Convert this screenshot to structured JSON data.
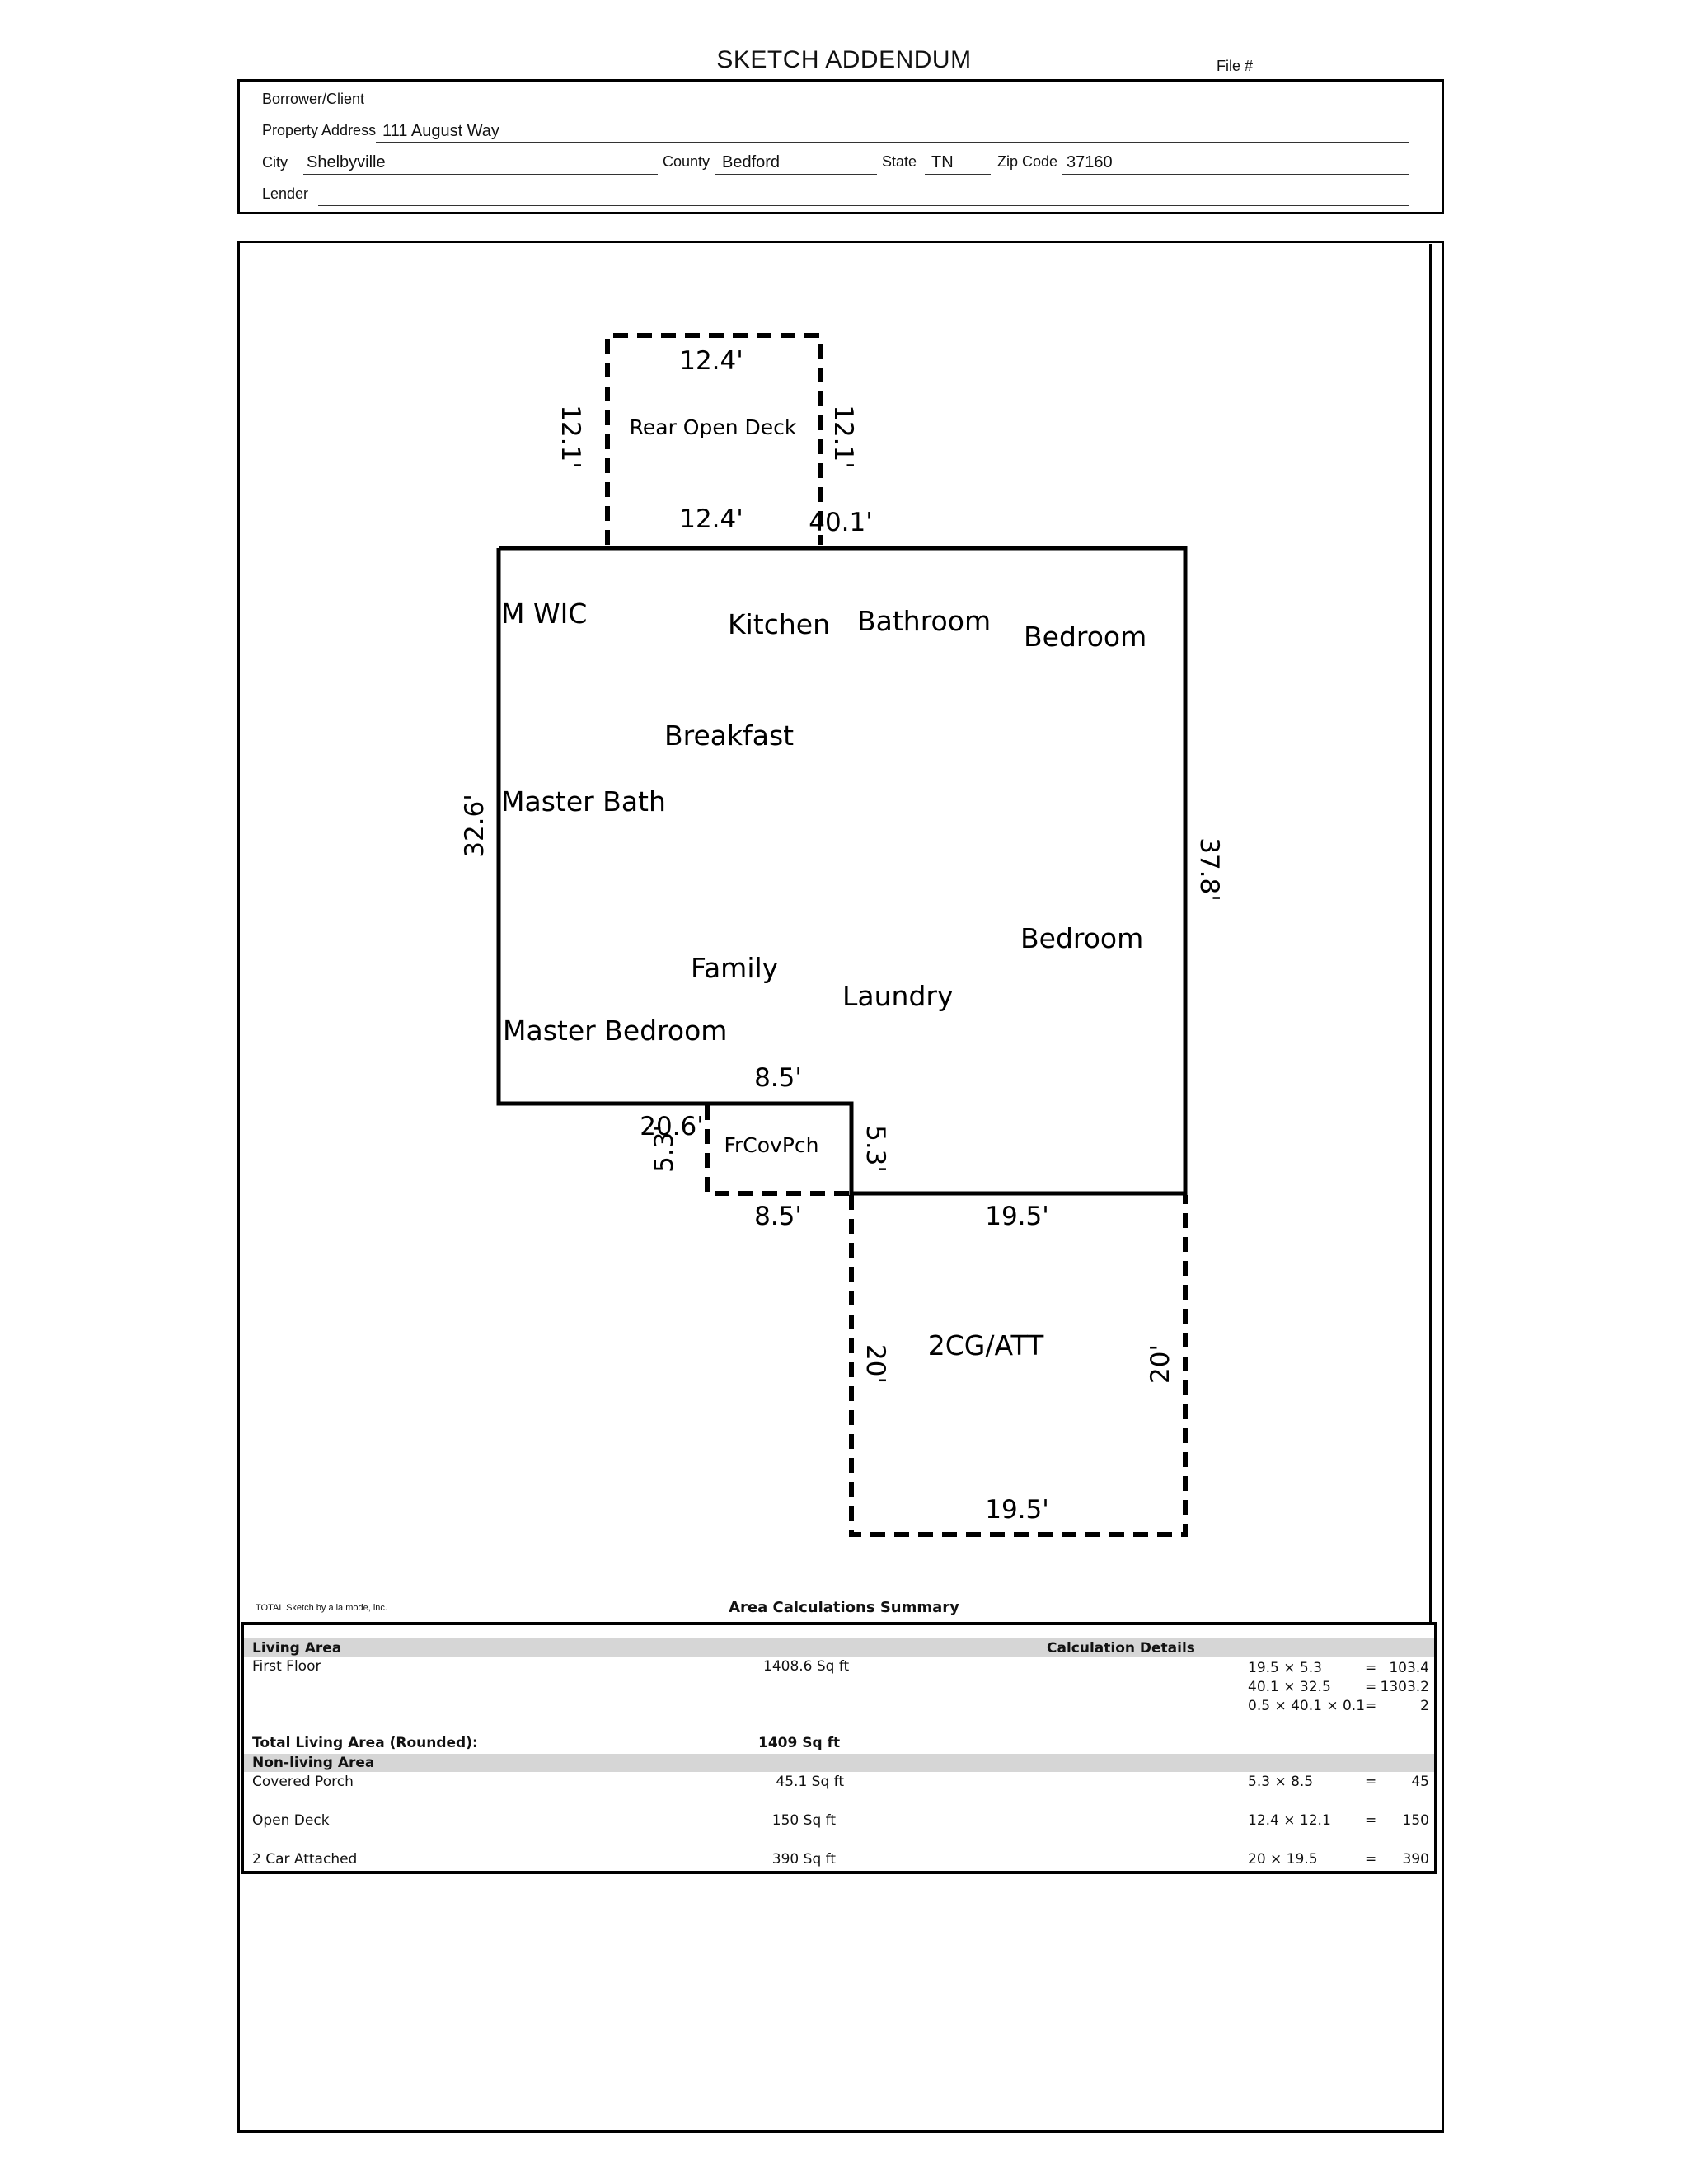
{
  "header": {
    "title": "SKETCH ADDENDUM",
    "file_label": "File #",
    "borrower_label": "Borrower/Client",
    "borrower_value": "",
    "address_label": "Property Address",
    "address_value": "111 August Way",
    "city_label": "City",
    "city_value": "Shelbyville",
    "county_label": "County",
    "county_value": "Bedford",
    "state_label": "State",
    "state_value": "TN",
    "zip_label": "Zip Code",
    "zip_value": "37160",
    "lender_label": "Lender",
    "lender_value": ""
  },
  "sketch": {
    "areas": {
      "deck": "Rear Open Deck",
      "porch": "FrCovPch",
      "garage": "2CG/ATT"
    },
    "rooms": {
      "mwic": "M WIC",
      "kitchen": "Kitchen",
      "bathroom": "Bathroom",
      "bedroom1": "Bedroom",
      "breakfast": "Breakfast",
      "master_bath": "Master Bath",
      "bedroom2": "Bedroom",
      "family": "Family",
      "laundry": "Laundry",
      "master_bedroom": "Master Bedroom"
    },
    "dims": {
      "deck_top": "12.4'",
      "deck_left": "12.1'",
      "deck_right": "12.1'",
      "deck_bottom": "12.4'",
      "house_top": "40.1'",
      "house_left": "32.6'",
      "house_right": "37.8'",
      "porch_top": "8.5'",
      "house_bottom_left": "20.6'",
      "porch_left": "5.3'",
      "porch_right": "5.3'",
      "porch_bottom": "8.5'",
      "garage_top": "19.5'",
      "garage_left": "20'",
      "garage_right": "20'",
      "garage_bottom": "19.5'"
    }
  },
  "credit": "TOTAL Sketch by a la mode, inc.",
  "summary": {
    "title": "Area Calculations Summary",
    "living_header": "Living Area",
    "calc_header": "Calculation Details",
    "first_floor_label": "First Floor",
    "first_floor_value": "1408.6 Sq ft",
    "first_floor_calcs": [
      {
        "expr": "19.5 × 5.3",
        "eq": "=",
        "result": "103.4"
      },
      {
        "expr": "40.1 × 32.5",
        "eq": "=",
        "result": "1303.2"
      },
      {
        "expr": "0.5 × 40.1 × 0.1",
        "eq": "=",
        "result": "2"
      }
    ],
    "total_label": "Total Living Area (Rounded):",
    "total_value": "1409 Sq ft",
    "nonliving_header": "Non-living Area",
    "nonliving": [
      {
        "label": "Covered Porch",
        "value": "45.1 Sq ft",
        "expr": "5.3 × 8.5",
        "eq": "=",
        "result": "45"
      },
      {
        "label": "Open Deck",
        "value": "150 Sq ft",
        "expr": "12.4 × 12.1",
        "eq": "=",
        "result": "150"
      },
      {
        "label": "2 Car Attached",
        "value": "390 Sq ft",
        "expr": "20 × 19.5",
        "eq": "=",
        "result": "390"
      }
    ]
  }
}
